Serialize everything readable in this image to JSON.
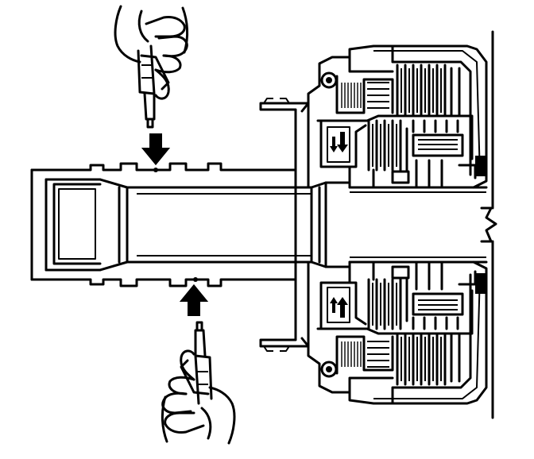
{
  "figure": {
    "labels": [],
    "elements": [
      "transmission-shaft-cross-section",
      "clutch-pack-upper",
      "clutch-pack-lower",
      "air-gun-upper",
      "air-gun-lower",
      "air-flow-arrow-down",
      "air-flow-arrow-up",
      "break-line"
    ]
  }
}
